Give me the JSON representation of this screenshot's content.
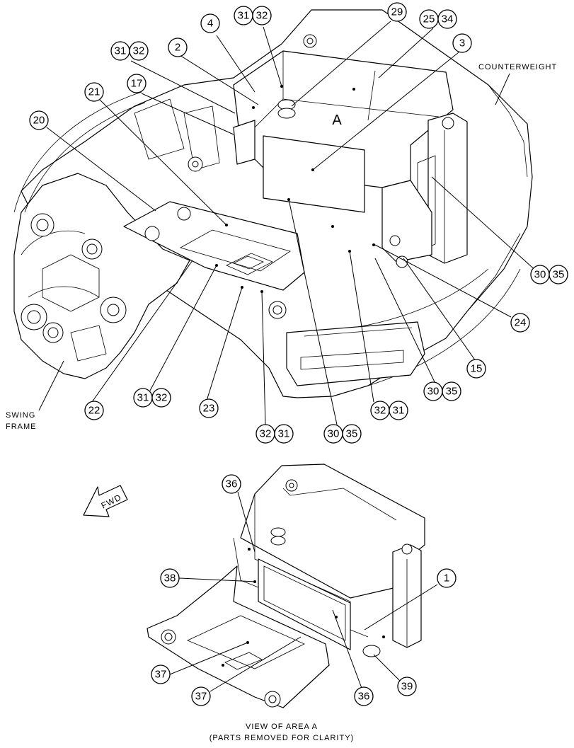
{
  "labels": {
    "counterweight": "COUNTERWEIGHT",
    "swing_frame_1": "SWING",
    "swing_frame_2": "FRAME",
    "area_letter": "A",
    "fwd": "FWD",
    "view_line1": "VIEW OF AREA A",
    "view_line2": "(PARTS REMOVED FOR CLARITY)"
  },
  "callouts_top": [
    "4",
    "31",
    "32",
    "29",
    "25",
    "34",
    "2",
    "31",
    "32",
    "3",
    "17",
    "21",
    "20",
    "30",
    "35",
    "24",
    "15",
    "30",
    "35",
    "22",
    "31",
    "32",
    "23",
    "32",
    "31",
    "30",
    "35",
    "32",
    "31"
  ],
  "callouts_bottom": [
    "36",
    "38",
    "1",
    "37",
    "37",
    "36",
    "39"
  ]
}
